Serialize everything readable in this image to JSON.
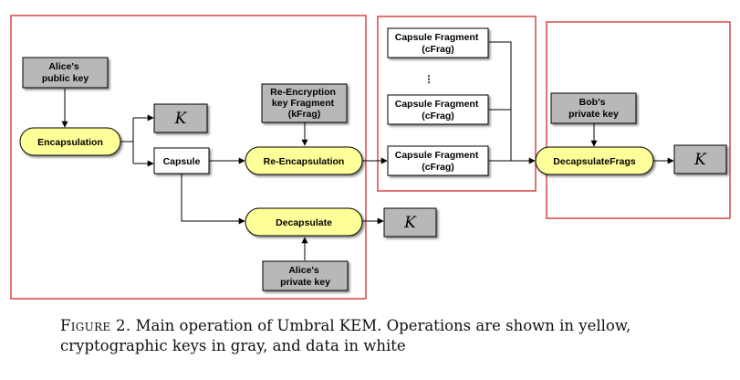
{
  "nodes": {
    "alice_pub": {
      "lines": [
        "Alice's",
        "public key"
      ]
    },
    "encapsulation": {
      "lines": [
        "Encapsulation"
      ]
    },
    "k1": {
      "lines": [
        "K"
      ]
    },
    "capsule": {
      "lines": [
        "Capsule"
      ]
    },
    "kfrag": {
      "lines": [
        "Re-Encryption",
        "key Fragment",
        "(kFrag)"
      ]
    },
    "reencap": {
      "lines": [
        "Re-Encapsulation"
      ]
    },
    "decap": {
      "lines": [
        "Decapsulate"
      ]
    },
    "k2": {
      "lines": [
        "K"
      ]
    },
    "alice_priv": {
      "lines": [
        "Alice's",
        "private key"
      ]
    },
    "cfrag1": {
      "lines": [
        "Capsule Fragment",
        "(cFrag)"
      ]
    },
    "ellipsis": {
      "lines": [
        "⋮"
      ]
    },
    "cfrag2": {
      "lines": [
        "Capsule Fragment",
        "(cFrag)"
      ]
    },
    "cfrag3": {
      "lines": [
        "Capsule Fragment",
        "(cFrag)"
      ]
    },
    "bob_priv": {
      "lines": [
        "Bob's",
        "private key"
      ]
    },
    "decapfrags": {
      "lines": [
        "DecapsulateFrags"
      ]
    },
    "k3": {
      "lines": [
        "K"
      ]
    }
  },
  "colors": {
    "operation_fill": "#ffff99",
    "key_fill": "#b8b8b8",
    "data_fill": "#ffffff",
    "region_border": "#d42a2a"
  },
  "caption": {
    "label": "Figure 2.",
    "text": "Main operation of Umbral KEM. Operations are shown in yellow, cryptographic keys in gray, and data in white"
  }
}
